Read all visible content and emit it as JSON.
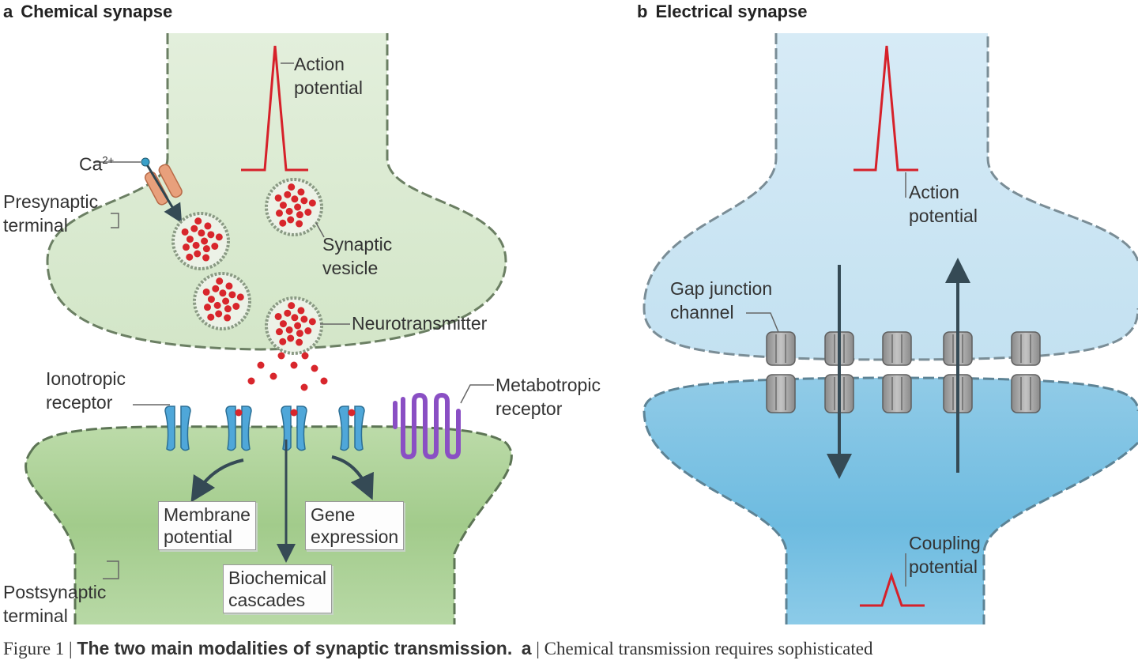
{
  "panel_a": {
    "letter": "a",
    "title": "Chemical synapse",
    "labels": {
      "action_potential": [
        "Action",
        "potential"
      ],
      "ca": "Ca",
      "ca_sup": "2+",
      "presynaptic": [
        "Presynaptic",
        "terminal"
      ],
      "synaptic_vesicle": [
        "Synaptic",
        "vesicle"
      ],
      "neurotransmitter": "Neurotransmitter",
      "ionotropic": [
        "Ionotropic",
        "receptor"
      ],
      "metabotropic": [
        "Metabotropic",
        "receptor"
      ],
      "postsynaptic": [
        "Postsynaptic",
        "terminal"
      ],
      "membrane_potential": [
        "Membrane",
        "potential"
      ],
      "gene_expression": [
        "Gene",
        "expression"
      ],
      "biochemical_cascades": [
        "Biochemical",
        "cascades"
      ]
    }
  },
  "panel_b": {
    "letter": "b",
    "title": "Electrical synapse",
    "labels": {
      "action_potential": [
        "Action",
        "potential"
      ],
      "gap_junction": [
        "Gap junction",
        "channel"
      ],
      "coupling_potential": [
        "Coupling",
        "potential"
      ]
    }
  },
  "caption": {
    "prefix": "Figure 1 | ",
    "bold": "The two main modalities of synaptic transmission.",
    "rest_letter": "a",
    "rest": " | Chemical transmission requires sophisticated"
  },
  "colors": {
    "pre_fill": "#deecd6",
    "post_fill": "#a9cf93",
    "elec_pre": "#cfe7f4",
    "elec_post": "#79c0e0",
    "spike": "#d6212a",
    "vesicle_dot": "#d8262c",
    "receptor": "#4fa7d9",
    "metabotropic": "#8a4fc4",
    "channel": "#9c9c9c",
    "arrow": "#354a55"
  }
}
